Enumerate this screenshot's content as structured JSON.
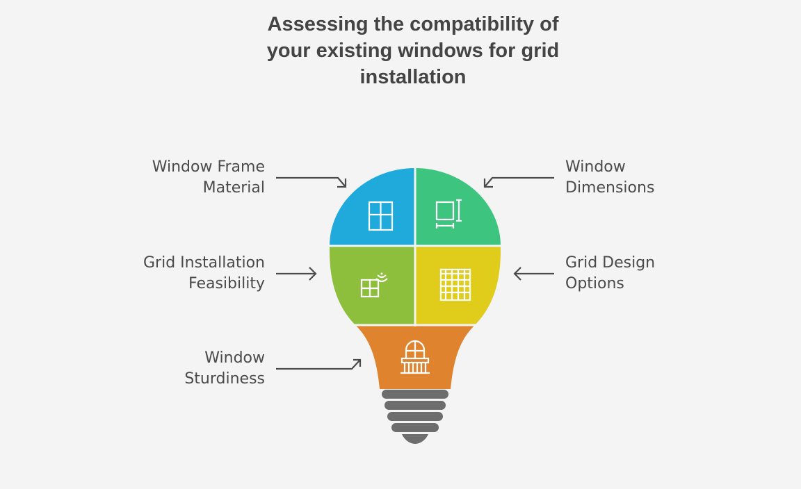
{
  "title": {
    "line1": "Assessing the compatibility of",
    "line2": "your existing windows for grid",
    "line3": "installation"
  },
  "labels": {
    "frame_material": {
      "line1": "Window Frame",
      "line2": "Material"
    },
    "dimensions": {
      "line1": "Window",
      "line2": "Dimensions"
    },
    "installation_feasibility": {
      "line1": "Grid Installation",
      "line2": "Feasibility"
    },
    "design_options": {
      "line1": "Grid Design",
      "line2": "Options"
    },
    "sturdiness": {
      "line1": "Window",
      "line2": "Sturdiness"
    }
  },
  "colors": {
    "frame_material": "#1faadb",
    "dimensions": "#3dc47e",
    "installation_feasibility": "#8dbf3c",
    "design_options": "#e0cd1b",
    "sturdiness": "#e0832e",
    "base": "#6d6d6d",
    "arrow": "#4a4a4a"
  },
  "icons": {
    "frame_material": "window-frame-icon",
    "dimensions": "window-dimensions-icon",
    "installation_feasibility": "grid-install-icon",
    "design_options": "grid-pattern-icon",
    "sturdiness": "arched-window-icon"
  }
}
